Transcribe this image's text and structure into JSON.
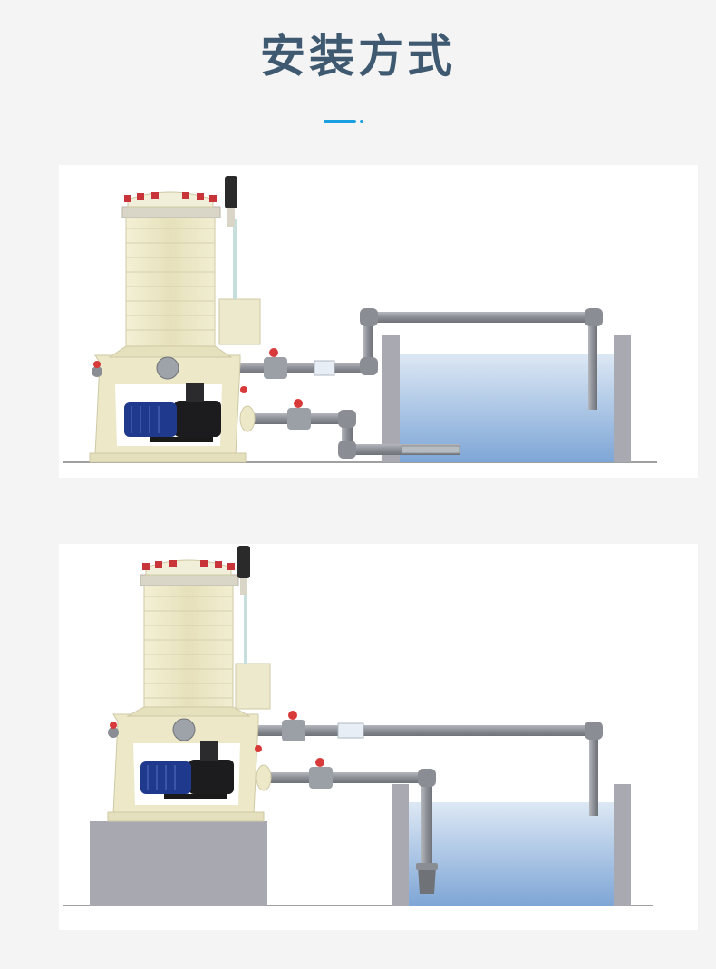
{
  "page": {
    "title": "安装方式"
  },
  "diagrams": [
    {
      "id": "installation-method-1",
      "depiction": "filter-pump-unit-floor-level-suction-pipe-inlet"
    },
    {
      "id": "installation-method-2",
      "depiction": "filter-pump-unit-on-platform-suction-pipe-with-foot-valve"
    }
  ],
  "colors": {
    "title": "#3f5a70",
    "accent": "#1aa0e0",
    "filter_body": "#ece8c8",
    "flange": "#c8343a",
    "motor": "#1f3a8c",
    "pipe": "#8c9096",
    "tank_wall": "#a8a8b0",
    "water": "#8fb5dd"
  }
}
